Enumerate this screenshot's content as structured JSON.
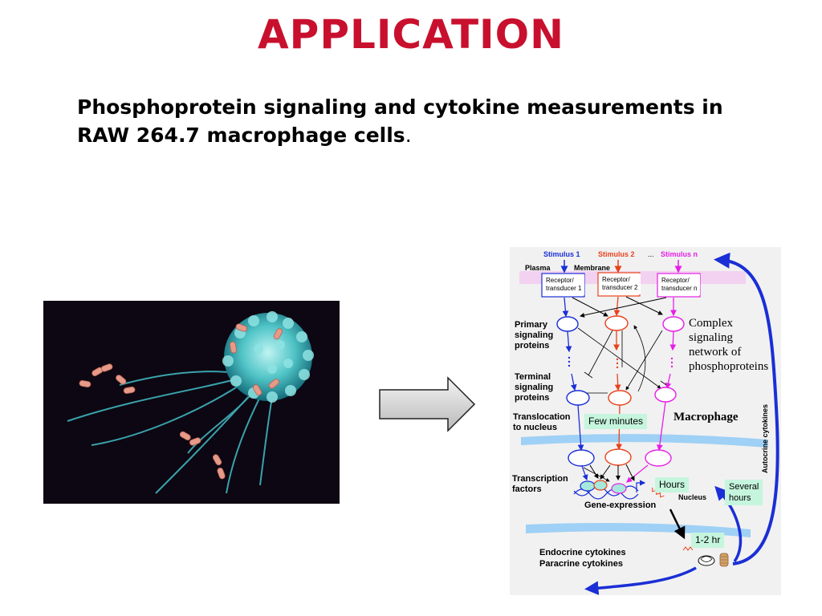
{
  "slide": {
    "title": "APPLICATION",
    "subtitle": "Phosphoprotein signaling and cytokine measurements in RAW 264.7 macrophage cells",
    "subtitle_end": "."
  },
  "diagram": {
    "stimuli": [
      "Stimulus 1",
      "Stimulus 2",
      "Stimulus n"
    ],
    "stimulus_ellipsis": "...",
    "plasma": "Plasma",
    "membrane": "Membrane",
    "receptors": [
      {
        "line1": "Receptor/",
        "line2": "transducer 1"
      },
      {
        "line1": "Receptor/",
        "line2": "transducer 2"
      },
      {
        "line1": "Receptor/",
        "line2": "transducer n"
      }
    ],
    "primary": [
      "Primary",
      "signaling",
      "proteins"
    ],
    "terminal": [
      "Terminal",
      "signaling",
      "proteins"
    ],
    "translocation": [
      "Translocation",
      "to nucleus"
    ],
    "transcription": [
      "Transcription",
      "factors"
    ],
    "complex": [
      "Complex",
      "signaling",
      "network of",
      "phosphoproteins"
    ],
    "macrophage": "Macrophage",
    "few_minutes": "Few minutes",
    "hours": "Hours",
    "several_hours": [
      "Several",
      "hours"
    ],
    "nucleus": "Nucleus",
    "gene_expression": "Gene-expression",
    "one_two_hr": "1-2 hr",
    "endocrine": "Endocrine cytokines",
    "paracrine": "Paracrine cytokines",
    "autocrine": "Autocrine cytokines"
  },
  "colors": {
    "title": "#c8102e",
    "blue": "#1a2fd6",
    "orange": "#e8431c",
    "magenta": "#e61ee6",
    "membrane": "#f2d2f0",
    "nuclear_membrane": "#9fd0f5",
    "green_box": "#c6f5de"
  }
}
